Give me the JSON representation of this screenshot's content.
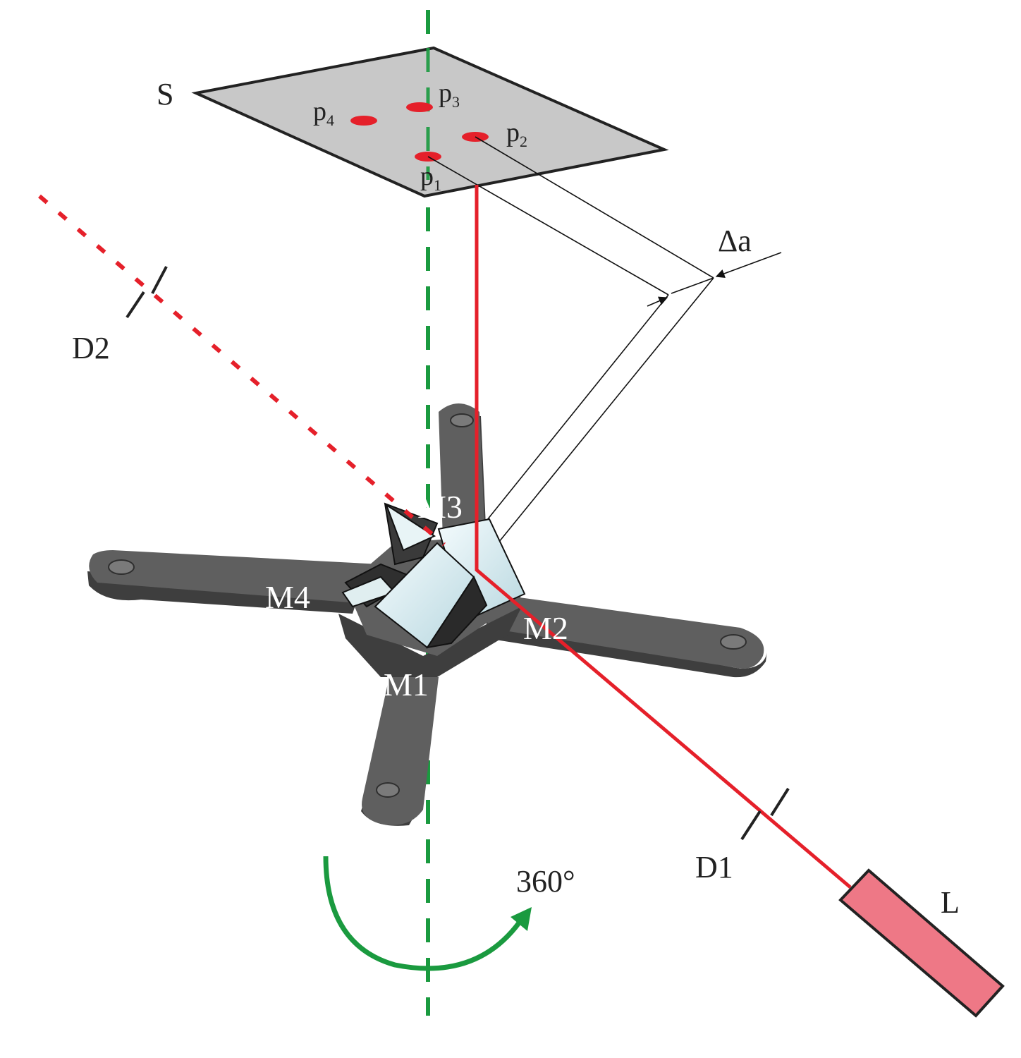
{
  "labels": {
    "screen": "S",
    "delta": "Δa",
    "diaphragm2": "D2",
    "diaphragm1": "D1",
    "laser": "L",
    "rotation": "360°"
  },
  "points": [
    {
      "base": "p",
      "sub": "1"
    },
    {
      "base": "p",
      "sub": "2"
    },
    {
      "base": "p",
      "sub": "3"
    },
    {
      "base": "p",
      "sub": "4"
    }
  ],
  "mirrors": [
    "M1",
    "M2",
    "M3",
    "M4"
  ],
  "colors": {
    "beam": "#e5202a",
    "axis": "#1a9a3f",
    "screen": "#c8c8c8",
    "mount": "#5f5f5f",
    "laser": "#ee7886",
    "prism": "#dceef2"
  }
}
